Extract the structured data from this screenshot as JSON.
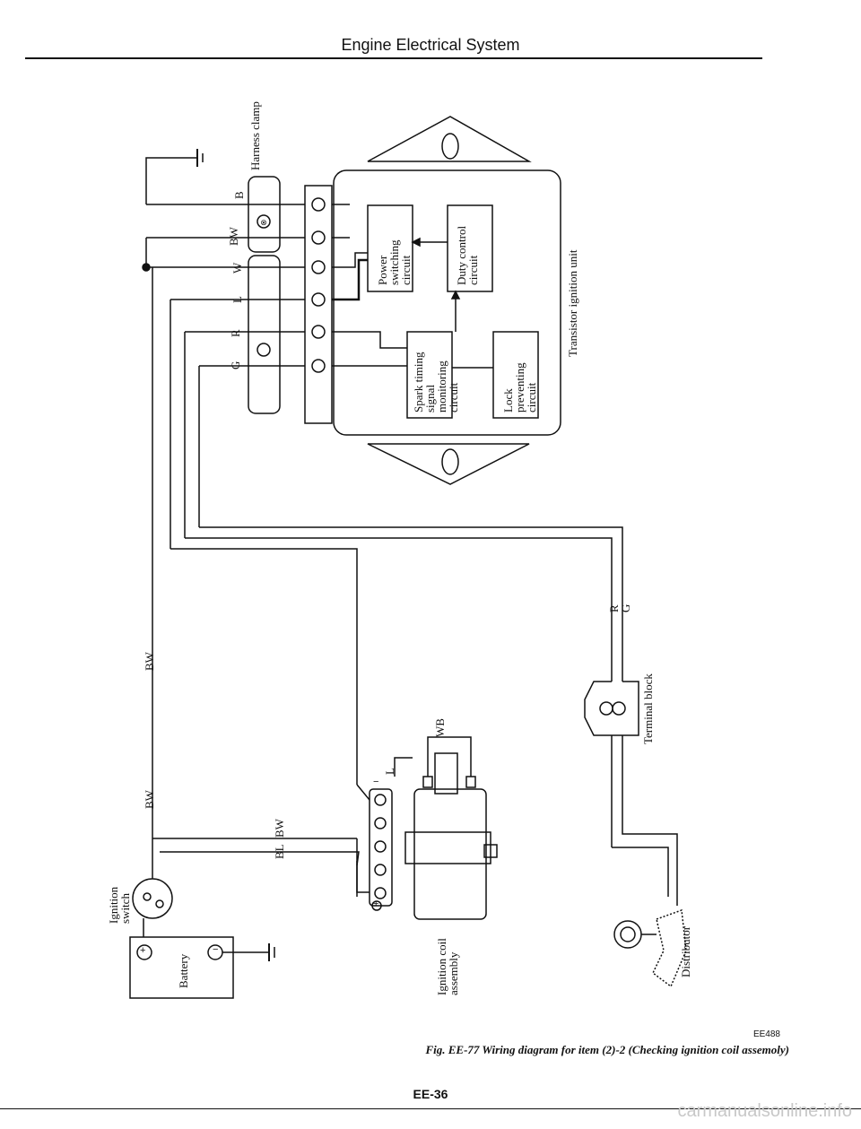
{
  "header": {
    "title": "Engine Electrical System"
  },
  "components": {
    "harness_clamp": "Harness clamp",
    "transistor_unit": "Transistor ignition unit",
    "power_switching": "Power switching circuit",
    "duty_control": "Duty control circuit",
    "spark_timing": "Spark timing signal monitoring circuit",
    "lock_preventing": "Lock preventing circuit",
    "terminal_block": "Terminal block",
    "distributor": "Distributor",
    "ignition_coil": "Ignition coil assembly",
    "ignition_switch": "Ignition switch",
    "battery": "Battery"
  },
  "wires": {
    "B": "B",
    "BW": "BW",
    "W": "W",
    "L": "L",
    "R": "R",
    "G": "G",
    "WB": "WB",
    "BL": "BL",
    "RG_R": "R",
    "RG_G": "G"
  },
  "figure": {
    "id": "EE488",
    "caption": "Fig. EE-77  Wiring diagram for item (2)-2 (Checking ignition coil assemoly)"
  },
  "footer": {
    "page": "EE-36"
  },
  "watermark": "carmanualsonline.info"
}
